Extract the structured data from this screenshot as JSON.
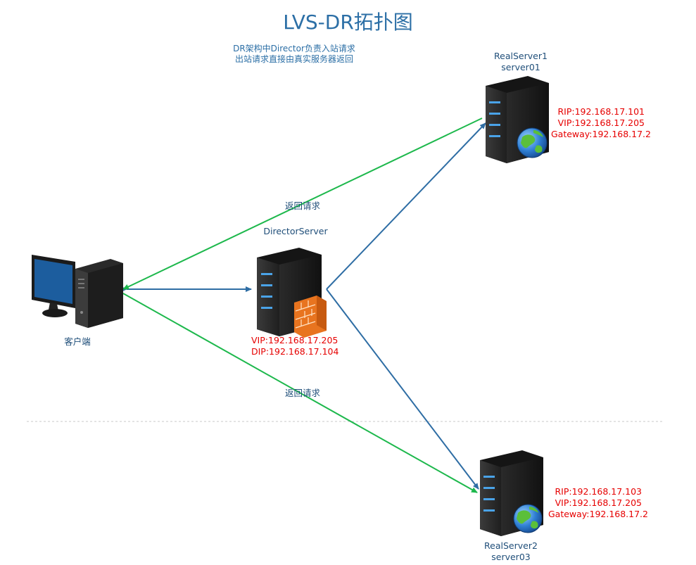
{
  "title": "LVS-DR拓扑图",
  "note": {
    "line1": "DR架构中Director负责入站请求",
    "line2": "出站请求直接由真实服务器返回"
  },
  "client": {
    "label": "客户端"
  },
  "director": {
    "label": "DirectorServer",
    "vip": "VIP:192.168.17.205",
    "dip": "DIP:192.168.17.104"
  },
  "realserver1": {
    "name": "RealServer1",
    "host": "server01",
    "rip": "RIP:192.168.17.101",
    "vip": "VIP:192.168.17.205",
    "gateway": "Gateway:192.168.17.2"
  },
  "realserver2": {
    "name": "RealServer2",
    "host": "server03",
    "rip": "RIP:192.168.17.103",
    "vip": "VIP:192.168.17.205",
    "gateway": "Gateway:192.168.17.2"
  },
  "edges": {
    "return_label_top": "返回请求",
    "return_label_bottom": "返回请求"
  },
  "colors": {
    "request_line": "#2e6da4",
    "return_line": "#1db84c",
    "ip_text": "#e60000",
    "title": "#2c6fa6"
  }
}
